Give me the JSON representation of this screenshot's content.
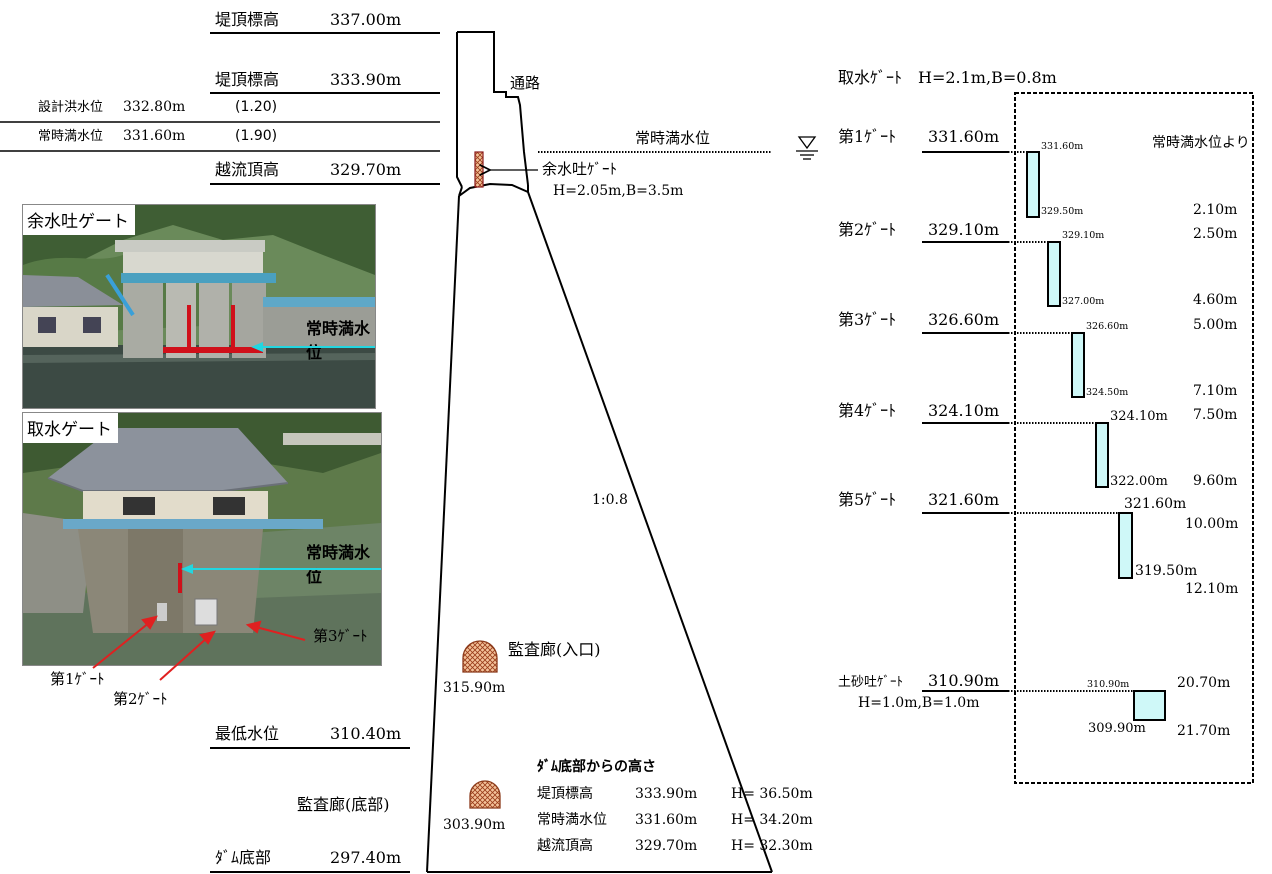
{
  "left_levels": {
    "crest_top": {
      "label": "堤頂標高",
      "value": "337.00m"
    },
    "crest": {
      "label": "堤頂標高",
      "value": "333.90m"
    },
    "design_flood": {
      "label": "設計洪水位",
      "value": "332.80m",
      "diff": "(1.20)"
    },
    "normal_full": {
      "label": "常時満水位",
      "value": "331.60m",
      "diff": "(1.90)"
    },
    "overflow": {
      "label": "越流頂高",
      "value": "329.70m"
    },
    "min_level": {
      "label": "最低水位",
      "value": "310.40m"
    },
    "dam_bottom": {
      "label": "ﾀﾞﾑ底部",
      "value": "297.40m"
    }
  },
  "dam": {
    "passage": "通路",
    "spillway_gate": "余水吐ｹﾞｰﾄ",
    "spillway_size": "H=2.05m,B=3.5m",
    "normal_water_label": "常時満水位",
    "slope": "1:0.8",
    "gallery_entrance": {
      "label": "監査廊(入口)",
      "value": "315.90m"
    },
    "gallery_bottom": {
      "label": "監査廊(底部)",
      "value": "303.90m"
    }
  },
  "height_table": {
    "title": "ﾀﾞﾑ底部からの高さ",
    "rows": [
      {
        "name": "堤頂標高",
        "level": "333.90m",
        "height": "H= 36.50m"
      },
      {
        "name": "常時満水位",
        "level": "331.60m",
        "height": "H= 34.20m"
      },
      {
        "name": "越流頂高",
        "level": "329.70m",
        "height": "H= 32.30m"
      }
    ]
  },
  "photos": {
    "spillway": {
      "caption": "余水吐ゲート",
      "label": "常時満水位"
    },
    "intake": {
      "caption": "取水ゲート",
      "label": "常時満水位",
      "gate1": "第1ｹﾞｰﾄ",
      "gate2": "第2ｹﾞｰﾄ",
      "gate3": "第3ｹﾞｰﾄ"
    }
  },
  "intake": {
    "header": "取水ｹﾞｰﾄ　H=2.1m,B=0.8m",
    "depth_header": "常時満水位より",
    "gates": [
      {
        "name": "第1ｹﾞｰﾄ",
        "level": "331.60m",
        "top": "331.60m",
        "bottom": "329.50m"
      },
      {
        "name": "第2ｹﾞｰﾄ",
        "level": "329.10m",
        "top": "329.10m",
        "bottom": "327.00m"
      },
      {
        "name": "第3ｹﾞｰﾄ",
        "level": "326.60m",
        "top": "326.60m",
        "bottom": "324.50m"
      },
      {
        "name": "第4ｹﾞｰﾄ",
        "level": "324.10m",
        "top": "324.10m",
        "bottom": "322.00m"
      },
      {
        "name": "第5ｹﾞｰﾄ",
        "level": "321.60m",
        "top": "321.60m",
        "bottom": "319.50m"
      }
    ],
    "depths": [
      "2.10m",
      "2.50m",
      "4.60m",
      "5.00m",
      "7.10m",
      "7.50m",
      "9.60m",
      "10.00m",
      "12.10m"
    ],
    "sediment": {
      "name": "土砂吐ｹﾞｰﾄ",
      "level": "310.90m",
      "size": "H=1.0m,B=1.0m",
      "top": "310.90m",
      "bottom": "309.90m",
      "depth_top": "20.70m",
      "depth_bottom": "21.70m"
    }
  },
  "colors": {
    "gate_fill": "#cff8f8",
    "gallery_fill": "#f0b890",
    "cyan_arrow": "#22d6e0",
    "red_arrow": "#e02020"
  }
}
